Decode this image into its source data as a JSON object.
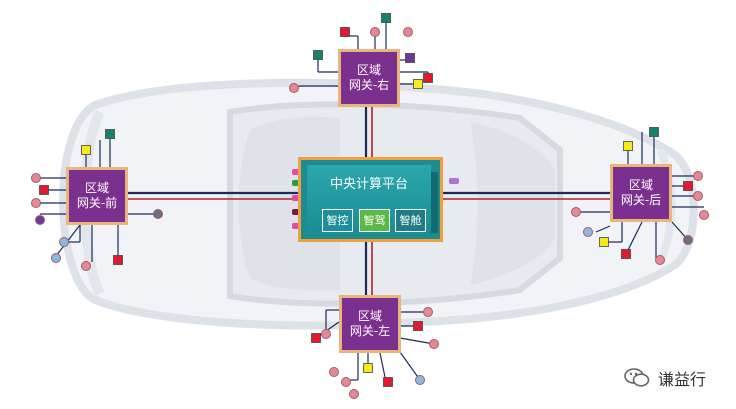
{
  "central_platform": {
    "title": "中央计算平台",
    "modules": [
      "智控",
      "智驾",
      "智舱"
    ]
  },
  "zones": {
    "right": {
      "line1": "区域",
      "line2": "网关-右"
    },
    "front": {
      "line1": "区域",
      "line2": "网关-前"
    },
    "rear": {
      "line1": "区域",
      "line2": "网关-后"
    },
    "left": {
      "line1": "区域",
      "line2": "网关-左"
    }
  },
  "watermark": {
    "text": "谦益行"
  },
  "colors": {
    "zone_fill": "#7b2f8e",
    "zone_border": "#e8b67d",
    "central_fill": "#1e8b93",
    "central_border": "#f2a13a",
    "backbone_dark": "#1c2b5e",
    "backbone_red": "#b22222",
    "node_red": "#e01a2f",
    "node_pink": "#e48897",
    "node_green": "#16826a",
    "node_yellow": "#f4ea1d",
    "node_purple": "#6c3898",
    "node_blue": "#8cb8e6",
    "node_gray": "#6d6f82"
  },
  "icons": [
    "car-outline-icon",
    "wechat-icon"
  ]
}
